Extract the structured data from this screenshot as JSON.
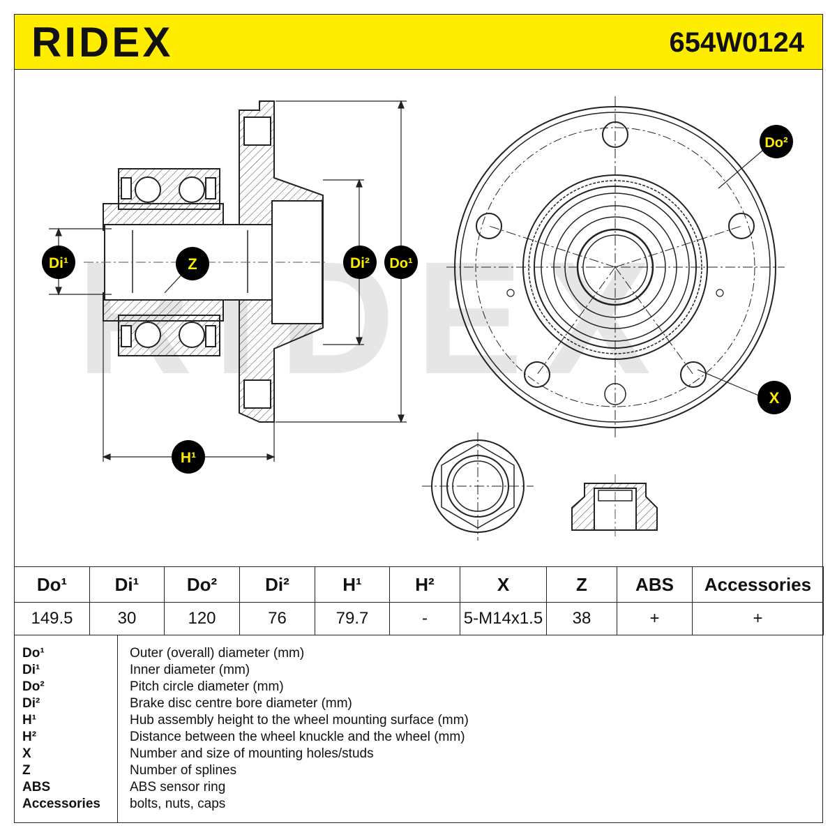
{
  "header": {
    "brand": "RIDEX",
    "part_number": "654W0124",
    "brand_color": "#ffed00"
  },
  "diagram": {
    "labels": {
      "di1": "Di¹",
      "z": "Z",
      "di2": "Di²",
      "do1": "Do¹",
      "h1": "H¹",
      "do2": "Do²",
      "x": "X"
    },
    "watermark": "RIDEX"
  },
  "specs": {
    "headers": [
      "Do¹",
      "Di¹",
      "Do²",
      "Di²",
      "H¹",
      "H²",
      "X",
      "Z",
      "ABS",
      "Accessories"
    ],
    "values": [
      "149.5",
      "30",
      "120",
      "76",
      "79.7",
      "-",
      "5-M14x1.5",
      "38",
      "+",
      "+"
    ]
  },
  "legend": [
    {
      "key": "Do¹",
      "desc": "Outer (overall) diameter (mm)"
    },
    {
      "key": "Di¹",
      "desc": "Inner diameter (mm)"
    },
    {
      "key": "Do²",
      "desc": "Pitch circle diameter (mm)"
    },
    {
      "key": "Di²",
      "desc": "Brake disc centre bore diameter (mm)"
    },
    {
      "key": "H¹",
      "desc": "Hub assembly height to the wheel mounting surface (mm)"
    },
    {
      "key": "H²",
      "desc": "Distance between the wheel knuckle and the wheel (mm)"
    },
    {
      "key": "X",
      "desc": "Number and size of mounting holes/studs"
    },
    {
      "key": "Z",
      "desc": "Number of splines"
    },
    {
      "key": "ABS",
      "desc": "ABS sensor ring"
    },
    {
      "key": "Accessories",
      "desc": "bolts, nuts, caps"
    }
  ]
}
